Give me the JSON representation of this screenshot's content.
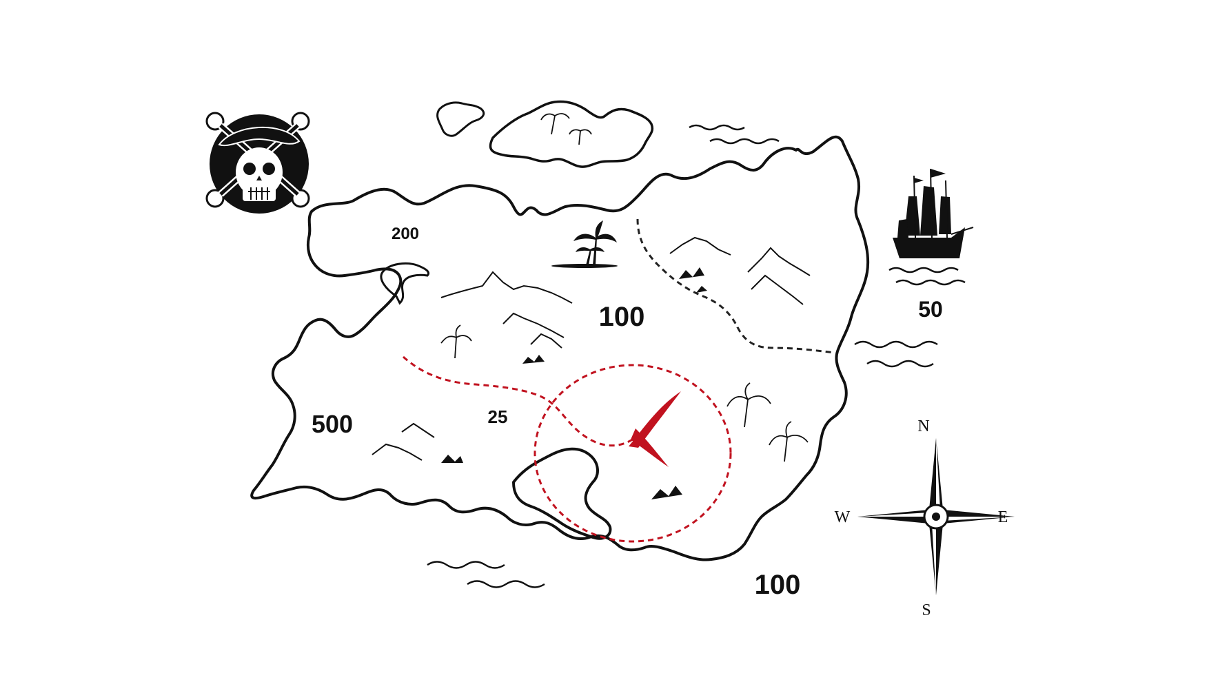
{
  "map": {
    "colors": {
      "background": "#ffffff",
      "ink": "#111111",
      "route": "#c1121f",
      "border_dashed": "#222222"
    },
    "labels": {
      "nw_region": "200",
      "center_region": "100",
      "east_sea": "50",
      "west_region": "500",
      "south_region": "25",
      "se_sea": "100"
    },
    "compass": {
      "north": "N",
      "south": "S",
      "east": "E",
      "west": "W"
    },
    "icons": [
      "skull-crossbones-icon",
      "pirate-ship-icon",
      "palm-tree-icon",
      "mountain-icon",
      "wave-icon",
      "treasure-x-icon",
      "compass-rose-icon"
    ]
  }
}
